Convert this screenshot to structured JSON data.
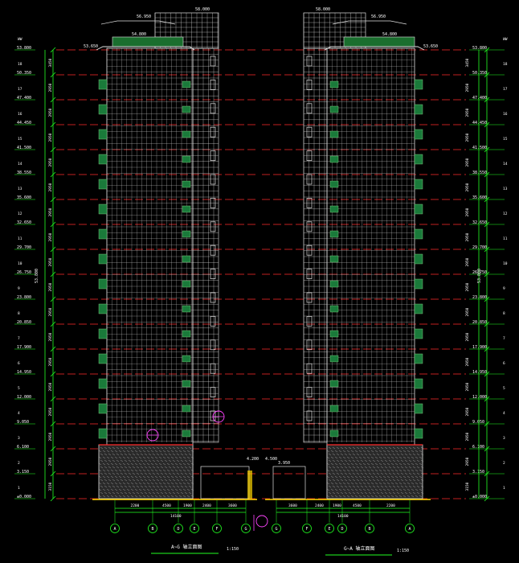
{
  "colors": {
    "background": "#000000",
    "facade": "#e0e0e0",
    "floor_line": "#ff2a2a",
    "dimension": "#22ff22",
    "window_green": "#1a7a3a",
    "magenta": "#ff44ff",
    "annotation": "#ffffff",
    "highlight": "#ffd700"
  },
  "top_level": "58.000",
  "roof_levels_left": [
    "56.950",
    "54.800",
    "53.650"
  ],
  "roof_levels_right": [
    "56.950",
    "54.800",
    "53.650"
  ],
  "levels_left": [
    "53.800",
    "50.350",
    "47.400",
    "44.450",
    "41.500",
    "38.550",
    "35.600",
    "32.650",
    "29.700",
    "26.750",
    "23.800",
    "20.850",
    "17.900",
    "14.950",
    "12.000",
    "9.050",
    "6.100",
    "3.150",
    "±0.000"
  ],
  "levels_right": [
    "53.800",
    "50.350",
    "47.400",
    "44.450",
    "41.500",
    "38.550",
    "35.600",
    "32.650",
    "29.700",
    "26.750",
    "23.800",
    "20.850",
    "17.900",
    "14.950",
    "12.000",
    "9.050",
    "6.100",
    "3.150",
    "±0.000"
  ],
  "floor_tags_left": [
    "WW",
    "18",
    "17",
    "16",
    "15",
    "14",
    "13",
    "12",
    "11",
    "10",
    "9",
    "8",
    "7",
    "6",
    "5",
    "4",
    "3",
    "2",
    "1"
  ],
  "floor_tags_right": [
    "WW",
    "18",
    "17",
    "16",
    "15",
    "14",
    "13",
    "12",
    "11",
    "10",
    "9",
    "8",
    "7",
    "6",
    "5",
    "4",
    "3",
    "2",
    "1"
  ],
  "floor_heights": [
    "3450",
    "2950",
    "2950",
    "2950",
    "2950",
    "2950",
    "2950",
    "2950",
    "2950",
    "2950",
    "2950",
    "2950",
    "2950",
    "2950",
    "2950",
    "2950",
    "2950",
    "3150"
  ],
  "total_height_left": "53.800",
  "total_height_right": "53.800",
  "axis_labels_left": [
    "A",
    "B",
    "D",
    "E",
    "F",
    "G"
  ],
  "axis_labels_right": [
    "G",
    "F",
    "E",
    "D",
    "B",
    "A"
  ],
  "bottom_dims_left": [
    "2200",
    "4500",
    "1900",
    "2400",
    "3600"
  ],
  "bottom_dims_right": [
    "3600",
    "2400",
    "1900",
    "4500",
    "2200"
  ],
  "total_width_left": "14100",
  "total_width_right": "14100",
  "podium_levels": [
    "4.200",
    "4.500",
    "3.950"
  ],
  "title_left": "A~G 轴立面图",
  "title_right": "G~A 轴立面图",
  "scale_left": "1:150",
  "scale_right": "1:150"
}
